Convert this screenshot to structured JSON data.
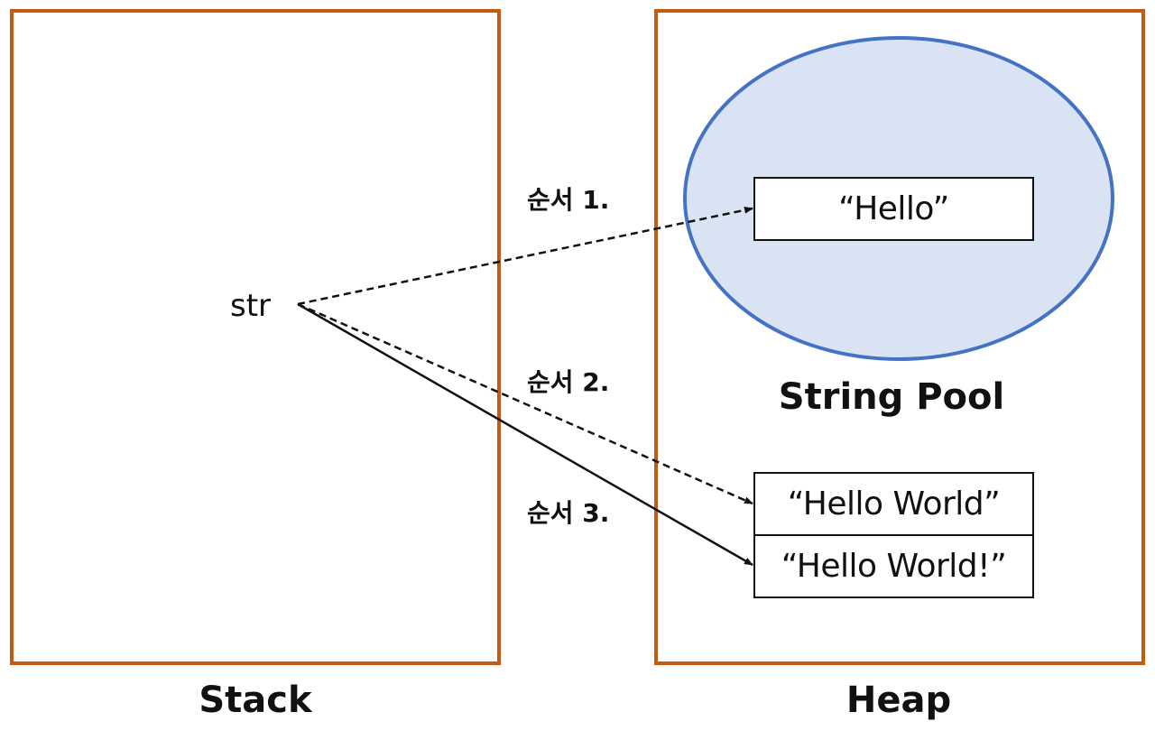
{
  "stack": {
    "title": "Stack",
    "variable": "str"
  },
  "heap": {
    "title": "Heap",
    "pool_title": "String Pool",
    "pool_string": "“Hello”",
    "strings": [
      "“Hello World”",
      "“Hello World!”"
    ]
  },
  "steps": [
    "순서 1.",
    "순서 2.",
    "순서 3."
  ],
  "colors": {
    "region_border": "#c55a11",
    "pool_fill": "#dae3f3",
    "pool_border": "#4472c4",
    "arrow": "#111111"
  }
}
